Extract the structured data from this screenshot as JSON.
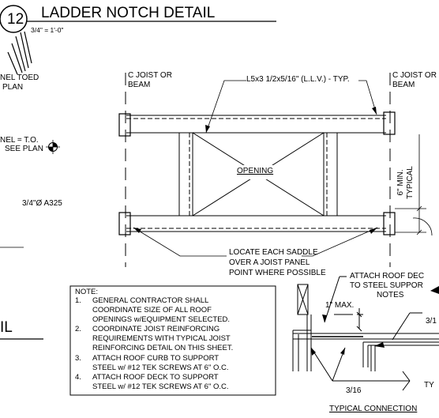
{
  "detail": {
    "number": "12",
    "title": "LADDER NOTCH DETAIL",
    "scale": "3/4\" = 1'-0\""
  },
  "left_fragments": {
    "panel_toed_1": "NEL TOED",
    "panel_toed_2": "PLAN",
    "panel_to": "NEL = T.O.",
    "see_plan": "SEE PLAN",
    "bolt": "3/4\"Ø A325",
    "title_tail": "IL"
  },
  "labels": {
    "joist_left_1": "C JOIST OR",
    "joist_left_2": "BEAM",
    "joist_right_1": "C JOIST OR",
    "joist_right_2": "BEAM",
    "angle": "L5x3 1/2x5/16\" (L.L.V.) - TYP.",
    "opening": "OPENING",
    "min_1": "6\" MIN.",
    "min_2": "TYPICAL",
    "saddle_1": "LOCATE EACH SADDLE",
    "saddle_2": "OVER A JOIST PANEL",
    "saddle_3": "POINT WHERE POSSIBLE"
  },
  "note": {
    "heading": "NOTE:",
    "items": [
      {
        "num": "1.",
        "lines": [
          "GENERAL CONTRACTOR SHALL",
          "COORDINATE SIZE OF ALL ROOF",
          "OPENINGS w/EQUIPMENT SELECTED."
        ]
      },
      {
        "num": "2.",
        "lines": [
          "COORDINATE JOIST REINFORCING",
          "REQUIREMENTS WITH TYPICAL JOIST",
          "REINFORCING DETAIL ON THIS SHEET."
        ]
      },
      {
        "num": "3.",
        "lines": [
          "ATTACH ROOF CURB TO SUPPORT",
          "STEEL w/ #12 TEK SCREWS AT 6\" O.C."
        ]
      },
      {
        "num": "4.",
        "lines": [
          "ATTACH ROOF DECK TO SUPPORT",
          "STEEL w/ #12 TEK SCREWS AT 6\" O.C."
        ]
      }
    ]
  },
  "connection": {
    "attach_1": "ATTACH ROOF DEC",
    "attach_2": "TO STEEL SUPPOR",
    "attach_3": "NOTES",
    "max": "1\" MAX.",
    "weld_right": "3/1",
    "weld_bottom": "3/16",
    "ty": "TY",
    "title": "TYPICAL CONNECTION"
  }
}
